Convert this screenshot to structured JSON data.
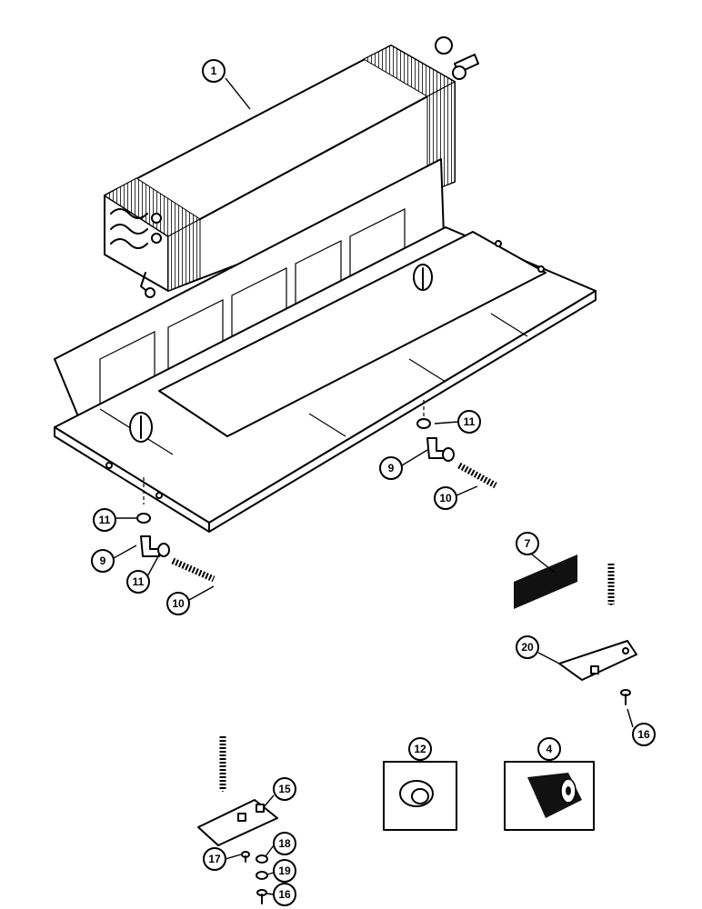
{
  "callouts": [
    {
      "id": "c1",
      "label": "1"
    },
    {
      "id": "c11a",
      "label": "11"
    },
    {
      "id": "c9a",
      "label": "9"
    },
    {
      "id": "c10a",
      "label": "10"
    },
    {
      "id": "c7",
      "label": "7"
    },
    {
      "id": "c11b",
      "label": "11"
    },
    {
      "id": "c9b",
      "label": "9"
    },
    {
      "id": "c11c",
      "label": "11"
    },
    {
      "id": "c10b",
      "label": "10"
    },
    {
      "id": "c20",
      "label": "20"
    },
    {
      "id": "c16a",
      "label": "16"
    },
    {
      "id": "c12",
      "label": "12"
    },
    {
      "id": "c4",
      "label": "4"
    },
    {
      "id": "c15",
      "label": "15"
    },
    {
      "id": "c18",
      "label": "18"
    },
    {
      "id": "c17",
      "label": "17"
    },
    {
      "id": "c19",
      "label": "19"
    },
    {
      "id": "c16b",
      "label": "16"
    }
  ]
}
